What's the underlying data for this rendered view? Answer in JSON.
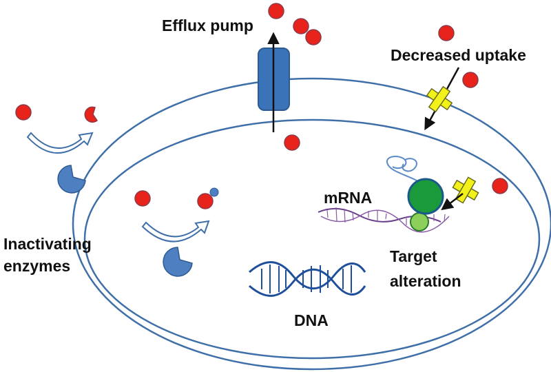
{
  "labels": {
    "efflux_pump": "Efflux pump",
    "decreased_uptake": "Decreased uptake",
    "mrna": "mRNA",
    "target_alteration_line1": "Target",
    "target_alteration_line2": "alteration",
    "inactivating_line1": "Inactivating",
    "inactivating_line2": "enzymes",
    "dna": "DNA"
  },
  "colors": {
    "membrane": "#3f6fa8",
    "antibiotic": "#e8231b",
    "antibiotic_outline": "#8c3a4a",
    "pump": "#3b73b9",
    "enzyme": "#4d7fc1",
    "blocker": "#f2f21a",
    "ribosome_large": "#1a9a3a",
    "ribosome_small": "#8ccf5a",
    "dna": "#1f4e9a"
  }
}
